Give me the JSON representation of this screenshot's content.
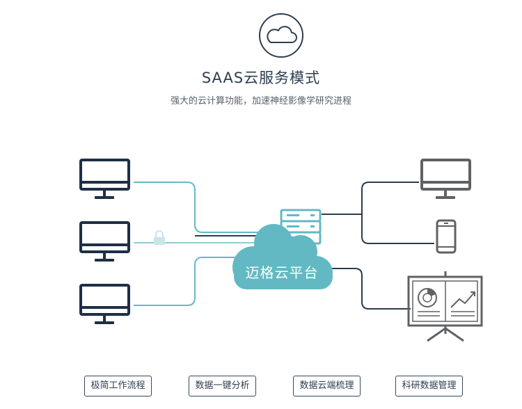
{
  "header": {
    "icon": "cloud-icon",
    "title": "SAAS云服务模式",
    "subtitle": "强大的云计算功能，加速神经影像学研究进程"
  },
  "diagram": {
    "center_label": "迈格云平台",
    "left_devices": [
      "monitor-icon",
      "monitor-icon",
      "monitor-icon"
    ],
    "right_devices": [
      "monitor-icon",
      "phone-icon",
      "presentation-board-icon"
    ],
    "lock_icon": "lock-icon",
    "server_icon": "server-icon"
  },
  "features": [
    "极简工作流程",
    "数据一键分析",
    "数据云端梳理",
    "科研数据管理"
  ],
  "colors": {
    "navy": "#1e2f45",
    "teal": "#62b9c3",
    "teal_light": "#8ccdd3",
    "gray": "#5f6163"
  }
}
